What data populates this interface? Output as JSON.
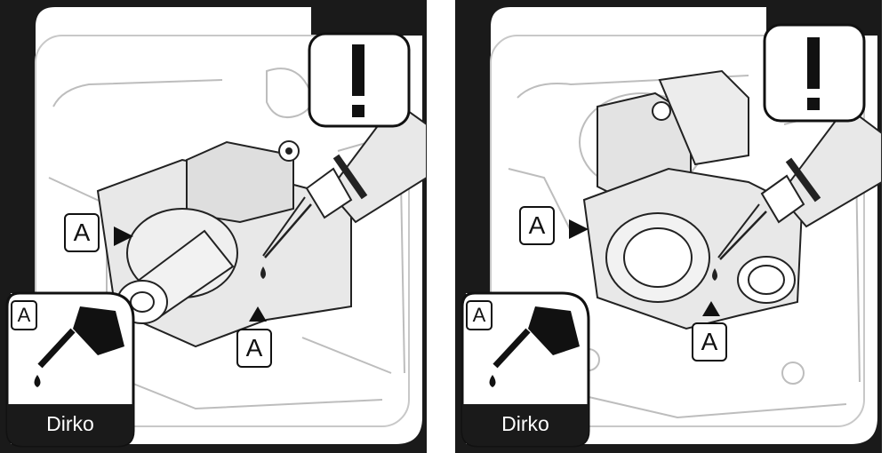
{
  "panels": [
    {
      "callout_top": "A",
      "callout_bottom": "A",
      "legend_letter": "A",
      "legend_product": "Dirko"
    },
    {
      "callout_top": "A",
      "callout_bottom": "A",
      "legend_letter": "A",
      "legend_product": "Dirko"
    }
  ],
  "colors": {
    "frame": "#1a1a1a",
    "part_fill": "#e6e6e6",
    "line": "#222222",
    "background": "#ffffff"
  },
  "icons": [
    "warning-exclamation-icon",
    "sealant-tube-icon",
    "sealant-drop-icon"
  ]
}
